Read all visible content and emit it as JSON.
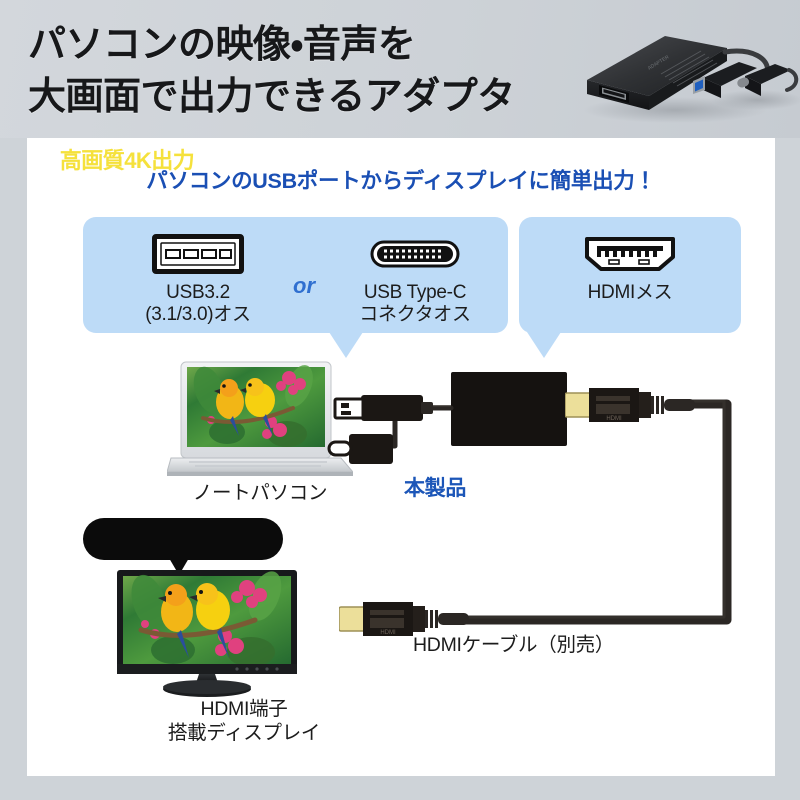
{
  "header": {
    "title": "パソコンの映像・音声を\n大画面で出力できるアダプタ",
    "product_photo_name": "usb-to-hdmi-adapter-photo"
  },
  "panel": {
    "lead": "パソコンのUSBポートからディスプレイに簡単出力！",
    "connector_boxes": [
      {
        "id": "usb-inputs",
        "connectors": [
          {
            "icon": "usb-a-icon",
            "label": "USB3.2\n(3.1/3.0)オス"
          },
          {
            "icon": "usb-type-c-icon",
            "label": "USB Type-C\nコネクタオス"
          }
        ],
        "separator": "or"
      },
      {
        "id": "hdmi-output",
        "connectors": [
          {
            "icon": "hdmi-female-icon",
            "label": "HDMIメス"
          }
        ]
      }
    ],
    "devices": {
      "laptop_caption": "ノートパソコン",
      "product_caption": "本製品",
      "monitor_caption": "HDMI端子\n搭載ディスプレイ",
      "cable_caption": "HDMIケーブル（別売）"
    },
    "badge": {
      "text": "高画質4K出力",
      "background": "#0b0b0b",
      "text_color": "#f5e13c"
    }
  },
  "colors": {
    "page_background": "#ced3d8",
    "panel_background": "#ffffff",
    "callout_blue": "#bddbf7",
    "heading_blue": "#1a4fb4",
    "product_label_blue": "#1c56b8",
    "body_text": "#1c1c1c",
    "cable_black": "#2b2724",
    "hdmi_gold": "#ecdf9a"
  }
}
